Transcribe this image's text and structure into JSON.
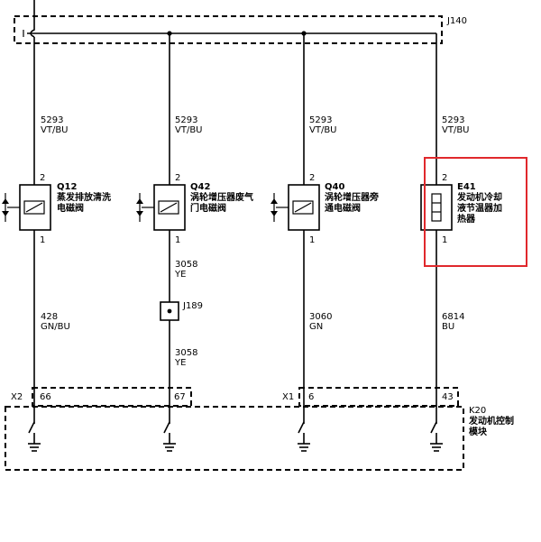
{
  "connectors": {
    "top": "J140",
    "splice": "J189",
    "x2": "X2",
    "x1": "X1"
  },
  "module": {
    "id": "K20",
    "name_line1": "发动机控制",
    "name_line2": "模块"
  },
  "circuits": [
    {
      "top_circuit": "5293",
      "top_color": "VT/BU",
      "pin_top": "2",
      "pin_bottom": "1",
      "comp_id": "Q12",
      "comp_name1": "蒸发排放清洗",
      "comp_name2": "电磁阀",
      "comp_name3": "",
      "bottom_circuit": "428",
      "bottom_color": "GN/BU",
      "pin_module": "66"
    },
    {
      "top_circuit": "5293",
      "top_color": "VT/BU",
      "pin_top": "2",
      "pin_bottom": "1",
      "comp_id": "Q42",
      "comp_name1": "涡轮增压器废气",
      "comp_name2": "门电磁阀",
      "comp_name3": "",
      "mid_circuit": "3058",
      "mid_color": "YE",
      "bottom_circuit": "3058",
      "bottom_color": "YE",
      "pin_module": "67"
    },
    {
      "top_circuit": "5293",
      "top_color": "VT/BU",
      "pin_top": "2",
      "pin_bottom": "1",
      "comp_id": "Q40",
      "comp_name1": "涡轮增压器旁",
      "comp_name2": "通电磁阀",
      "comp_name3": "",
      "bottom_circuit": "3060",
      "bottom_color": "GN",
      "pin_module": "6"
    },
    {
      "top_circuit": "5293",
      "top_color": "VT/BU",
      "pin_top": "2",
      "pin_bottom": "1",
      "comp_id": "E41",
      "comp_name1": "发动机冷却",
      "comp_name2": "液节温器加",
      "comp_name3": "热器",
      "bottom_circuit": "6814",
      "bottom_color": "BU",
      "pin_module": "43"
    }
  ],
  "highlight_color": "#e0282c"
}
